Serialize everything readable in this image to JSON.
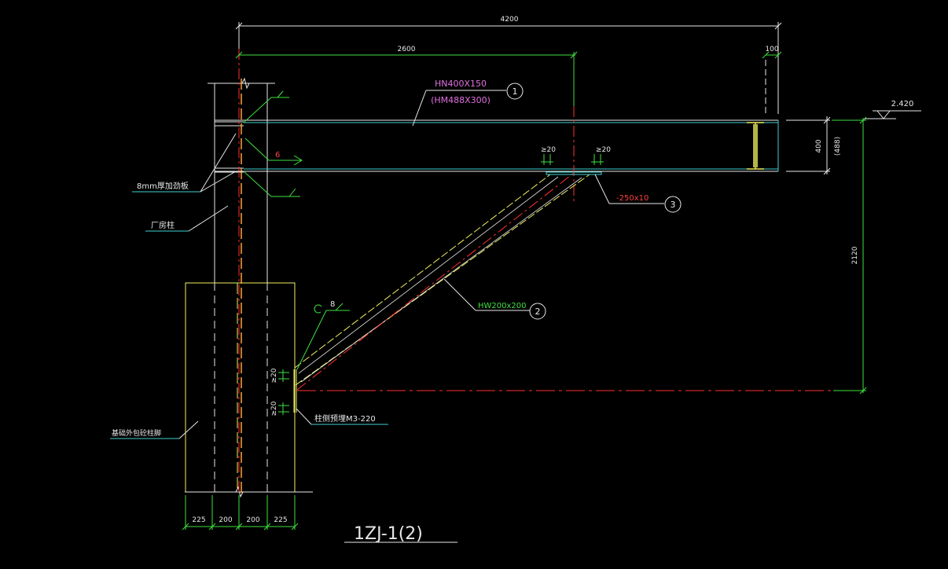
{
  "dimensions": {
    "overall_width": "4200",
    "beam_span": "2600",
    "end_offset": "100",
    "beam_depth": "400",
    "beam_depth_alt": "(488)",
    "brace_height": "2120",
    "weld_a": "≥20",
    "weld_b": "≥20",
    "weld_c": "≥20",
    "weld_d": "≥20",
    "base_1": "225",
    "base_2": "200",
    "base_3": "200",
    "base_4": "225"
  },
  "elevation": "2.420",
  "labels": {
    "beam_section": "HN400X150",
    "beam_section_alt": "(HM488X300)",
    "brace_section": "HW200x200",
    "plate": "-250x10",
    "stiffener": "8mm厚加劲板",
    "column": "厂房柱",
    "base": "基础外包砼柱脚",
    "anchor": "柱侧预埋M3-220",
    "weld_6": "6",
    "weld_8": "8"
  },
  "bubbles": [
    "1",
    "2",
    "3"
  ],
  "title": "1ZJ-1(2)",
  "colors": {
    "background": "#000000",
    "line_white": "#e8e8e8",
    "line_green": "#40e040",
    "line_cyan": "#40d0d0",
    "line_red": "#ff3030",
    "line_yellow": "#f0f060",
    "line_orange": "#ffa040",
    "text_pink": "#e070e0"
  }
}
